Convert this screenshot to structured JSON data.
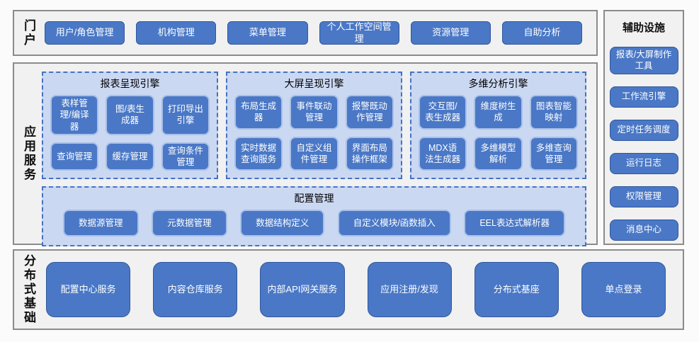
{
  "colors": {
    "node_blue": "#4a78c6",
    "node_border_dark": "#30579b",
    "node_border_light": "#a9c0e8",
    "group_fill": "#cbd8f2",
    "group_dashed_border": "#4472c4",
    "panel_fill": "#f1f1f1",
    "panel_border": "#8b8b8b"
  },
  "portal": {
    "label": "门户",
    "items": [
      "用户/角色管理",
      "机构管理",
      "菜单管理",
      "个人工作空间管理",
      "资源管理",
      "自助分析"
    ]
  },
  "app_services": {
    "label": "应用服务",
    "engines": [
      {
        "title": "报表呈现引擎",
        "items": [
          "表样管理/编译器",
          "图/表生成器",
          "打印导出引擎",
          "查询管理",
          "缓存管理",
          "查询条件管理"
        ]
      },
      {
        "title": "大屏呈现引擎",
        "items": [
          "布局生成器",
          "事件联动管理",
          "报警既动作管理",
          "实时数据查询服务",
          "自定义组件管理",
          "界面布局操作框架"
        ]
      },
      {
        "title": "多维分析引擎",
        "items": [
          "交互图/表生成器",
          "维度树生成",
          "图表智能映射",
          "MDX语法生成器",
          "多维模型解析",
          "多维查询管理"
        ]
      }
    ],
    "config": {
      "title": "配置管理",
      "items": [
        "数据源管理",
        "元数据管理",
        "数据结构定义",
        "自定义模块/函数插入",
        "EEL表达式解析器"
      ]
    }
  },
  "auxiliary": {
    "label": "辅助设施",
    "items": [
      "报表/大屏制作工具",
      "工作流引擎",
      "定时任务调度",
      "运行日志",
      "权限管理",
      "消息中心"
    ]
  },
  "distributed": {
    "label": "分布式基础",
    "items": [
      "配置中心服务",
      "内容仓库服务",
      "内部API网关服务",
      "应用注册/发现",
      "分布式基座",
      "单点登录"
    ]
  }
}
